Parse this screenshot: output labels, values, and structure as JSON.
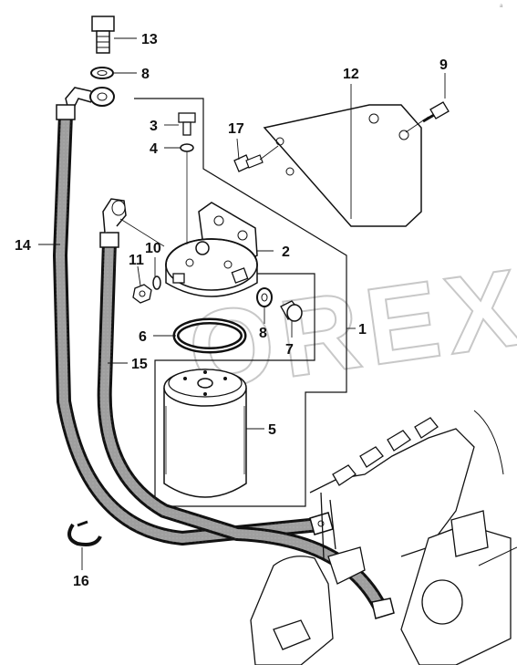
{
  "watermark": "OREX",
  "corner_mark": "a",
  "callouts": [
    {
      "id": "c13",
      "text": "13"
    },
    {
      "id": "c8a",
      "text": "8"
    },
    {
      "id": "c9",
      "text": "9"
    },
    {
      "id": "c12",
      "text": "12"
    },
    {
      "id": "c3",
      "text": "3"
    },
    {
      "id": "c17",
      "text": "17"
    },
    {
      "id": "c4",
      "text": "4"
    },
    {
      "id": "c14",
      "text": "14"
    },
    {
      "id": "c2",
      "text": "2"
    },
    {
      "id": "c10",
      "text": "10"
    },
    {
      "id": "c11",
      "text": "11"
    },
    {
      "id": "c8b",
      "text": "8"
    },
    {
      "id": "c1",
      "text": "1"
    },
    {
      "id": "c6",
      "text": "6"
    },
    {
      "id": "c7",
      "text": "7"
    },
    {
      "id": "c15",
      "text": "15"
    },
    {
      "id": "c5",
      "text": "5"
    },
    {
      "id": "c16",
      "text": "16"
    }
  ]
}
